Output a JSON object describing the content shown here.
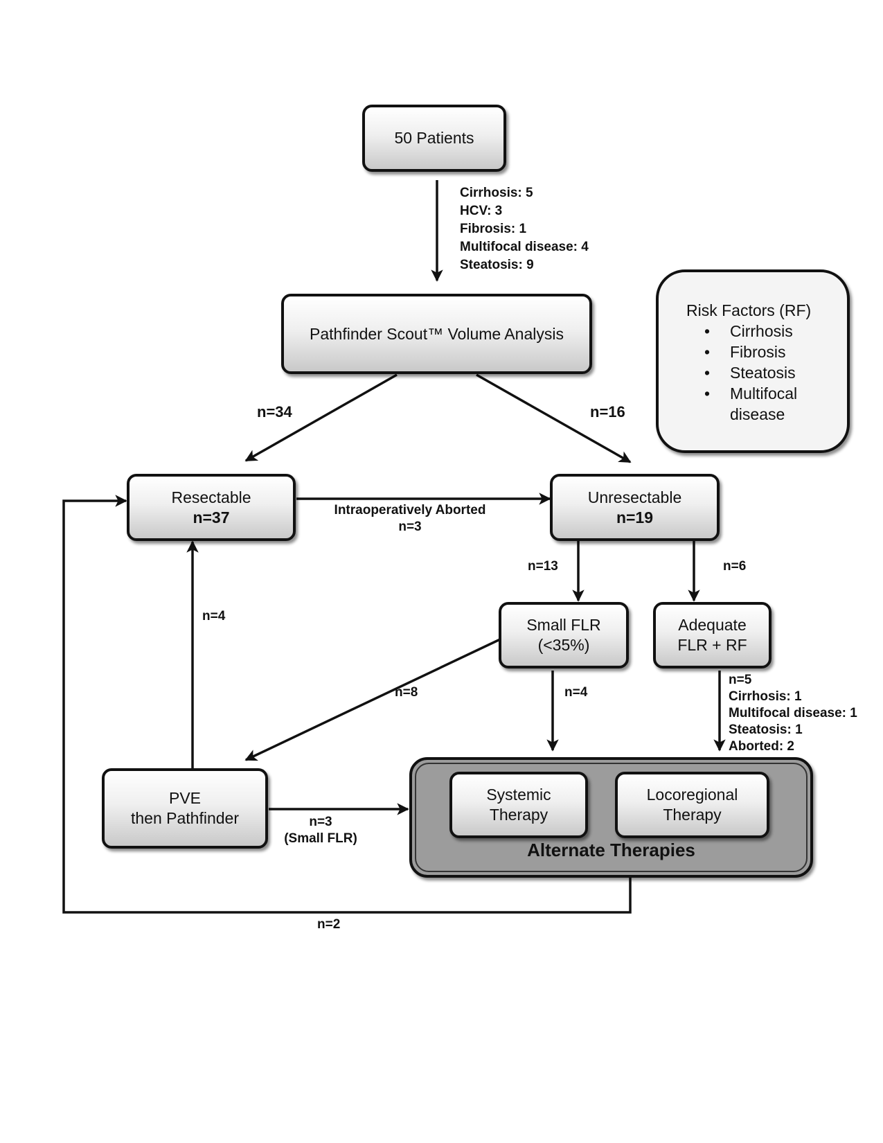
{
  "nodes": {
    "patients": "50 Patients",
    "pathfinder": "Pathfinder Scout™ Volume Analysis",
    "resectable": {
      "label": "Resectable",
      "n": "n=37"
    },
    "unresectable": {
      "label": "Unresectable",
      "n": "n=19"
    },
    "small_flr": {
      "line1": "Small FLR",
      "line2": "(<35%)"
    },
    "adequate_flr": {
      "line1": "Adequate",
      "line2": "FLR + RF"
    },
    "pve": {
      "line1": "PVE",
      "line2": "then Pathfinder"
    },
    "systemic": {
      "line1": "Systemic",
      "line2": "Therapy"
    },
    "locoregional": {
      "line1": "Locoregional",
      "line2": "Therapy"
    },
    "alternate": "Alternate Therapies"
  },
  "risk_factors": {
    "title": "Risk Factors (RF)",
    "items": [
      "Cirrhosis",
      "Fibrosis",
      "Steatosis",
      "Multifocal",
      "disease"
    ]
  },
  "edge_labels": {
    "patient_factors": [
      "Cirrhosis: 5",
      "HCV: 3",
      "Fibrosis: 1",
      "Multifocal disease:  4",
      "Steatosis: 9"
    ],
    "n34": "n=34",
    "n16": "n=16",
    "aborted": {
      "line1": "Intraoperatively Aborted",
      "line2": "n=3"
    },
    "n13": "n=13",
    "n6": "n=6",
    "n4_pve": "n=4",
    "n8": "n=8",
    "n4_small": "n=4",
    "adequate_factors": [
      "n=5",
      "Cirrhosis: 1",
      "Multifocal disease: 1",
      "Steatosis: 1",
      "Aborted: 2"
    ],
    "pve_small": {
      "line1": "n=3",
      "line2": "(Small FLR)"
    },
    "n2": "n=2"
  }
}
